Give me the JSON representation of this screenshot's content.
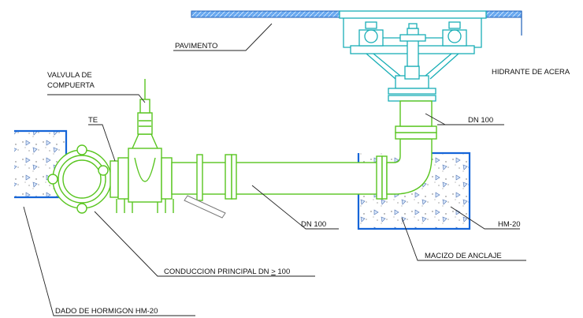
{
  "labels": {
    "pavimento": "PAVIMENTO",
    "valvula": "VALVULA DE",
    "valvula2": "COMPUERTA",
    "te": "TE",
    "hidrante": "HIDRANTE DE ACERA",
    "dn100_top": "DN 100",
    "dn100_mid": "DN  100",
    "hm20": "HM-20",
    "macizo": "MACIZO DE ANCLAJE",
    "conduccion": "CONDUCCION PRINCIPAL DN",
    "conduccion_val": "100",
    "dado": "DADO DE HORMIGON HM-20"
  },
  "colors": {
    "pipe": "#59c520",
    "hydrant": "#19aeb6",
    "concrete_border": "#1565d8",
    "pavement": "#4a90e2",
    "leader": "#222222"
  }
}
